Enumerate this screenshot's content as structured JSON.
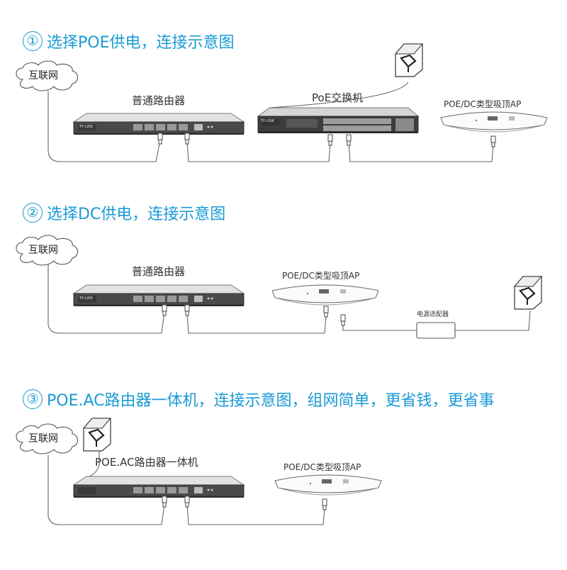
{
  "sections": [
    {
      "num": "①",
      "title": "选择POE供电，连接示意图"
    },
    {
      "num": "②",
      "title": "选择DC供电，连接示意图"
    },
    {
      "num": "③",
      "title": "POE.AC路由器一体机，连接示意图，组网简单，更省钱，更省事"
    }
  ],
  "labels": {
    "internet": "互联网",
    "router": "普通路由器",
    "poe_switch": "PoE交换机",
    "ap": "POE/DC类型吸顶AP",
    "power_adapter": "电源适配器",
    "all_in_one": "POE.AC路由器一体机"
  },
  "brand": "TP-LINK",
  "colors": {
    "accent": "#1a9ad6",
    "line": "#666666",
    "device": "#555555"
  }
}
